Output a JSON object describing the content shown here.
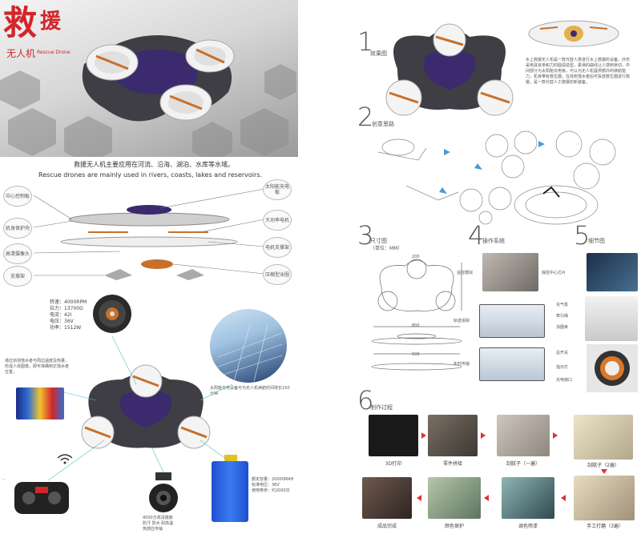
{
  "left": {
    "title_big": "救",
    "title_small": "援",
    "subtitle": "无人机",
    "subtitle_en": "Rescue Drone",
    "desc_cn": "救援无人机主要应用在河流、沿海、湖泊、水库等水域。",
    "desc_en": "Rescue drones are mainly used in rivers, coasts, lakes and reservoirs.",
    "callouts_left": [
      "中心控制板",
      "机身保护壳",
      "高清摄像头",
      "支撑架"
    ],
    "callouts_right": [
      "太阳能充电板",
      "大功率电机",
      "电机支撑架",
      "压缩型泳圈"
    ],
    "motor_specs": [
      "转速：4000RPM",
      "拉力：13700G",
      "电流：42I",
      "电压：36V",
      "功率：1512W"
    ],
    "thermal_note": "通过侦测落水者与周边温度及热量，形成人体图像，即可准确到达落水者位置。",
    "solar_note": "太阳能充电设备可为无人机续航时间增长150分钟",
    "battery_specs": [
      "额定容量：20000MAH",
      "标准电压：36V",
      "使用寿命：约2000次"
    ],
    "camera_note": [
      "4000万高清摄像",
      "防汗 防水 耐高温",
      "热感应传输"
    ]
  },
  "right": {
    "sec1": {
      "num": "1",
      "label": "效果图"
    },
    "sec1_desc": "水上救援无人机是一款代替人类进行水上救援的设备。外形采用具有亲和力的圆润造型，柔滑的曲线让人感到亲切。中间部分为太阳能充电板，可以为无人机提供额外的续航能力，机身带有救生圈，在找到落水者后可投放救生圈进行救援。是一款代替人工救援的新装备。",
    "sec2": {
      "num": "2",
      "label": "创意思路"
    },
    "sec3": {
      "num": "3",
      "label": "尺寸图",
      "sub": "（单位：MM）"
    },
    "sec4": {
      "num": "4",
      "label": "操作系统"
    },
    "sec4_items": [
      "遥控模拟",
      "轨迹追踪",
      "实时传输"
    ],
    "sec4_center": "操控中心芯片",
    "sec5": {
      "num": "5",
      "label": "细节图"
    },
    "sec5_items": [
      "充气泵",
      "牵引绳",
      "泳圈束",
      "总开关",
      "指示灯",
      "充电接口"
    ],
    "sec6": {
      "num": "6",
      "label": "制作过程"
    },
    "process_top": [
      "3D打印",
      "零件拼接",
      "刮腻子（一遍）",
      "刮腻子（2遍）"
    ],
    "process_bottom": [
      "成品完成",
      "颜色保护",
      "调色喷漆",
      "手工打磨（3遍）"
    ],
    "dim_labels": [
      "200",
      "800",
      "500"
    ]
  },
  "colors": {
    "accent_red": "#d2262b",
    "purple": "#3b2a6e",
    "orange": "#c8702a"
  }
}
